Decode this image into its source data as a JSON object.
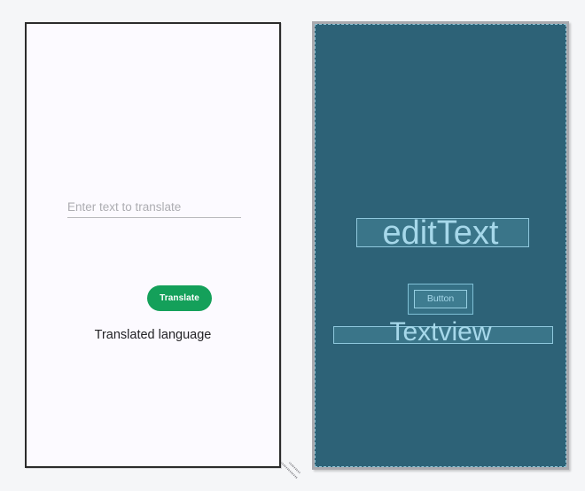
{
  "page": {
    "background_color": "#f5f6f8"
  },
  "app_preview": {
    "name": "translate-app-preview",
    "background_color": "#fcfaff",
    "border_color": "#2b2b2b",
    "input": {
      "placeholder": "Enter text to translate",
      "value": "",
      "underline_color": "#b9b9bd",
      "placeholder_color": "#adadb2"
    },
    "translate_button": {
      "label": "Translate",
      "background_color": "#14a05a",
      "text_color": "#ffffff"
    },
    "result_label": {
      "text": "Translated language",
      "text_color": "#232325"
    }
  },
  "wireframe": {
    "name": "layout-blueprint-view",
    "background_color": "#2d6277",
    "frame_color": "#a9a9ae",
    "widget_fill_color": "#3a7589",
    "widget_border_color": "#8fc8dd",
    "label_color": "#a6d8ea",
    "widgets": [
      {
        "id": "edittext",
        "label": "editText"
      },
      {
        "id": "button",
        "label": "Button"
      },
      {
        "id": "textview",
        "label": "Textview"
      }
    ]
  },
  "resize_handle": {
    "name": "resize-grip",
    "color": "#8e8e93"
  }
}
